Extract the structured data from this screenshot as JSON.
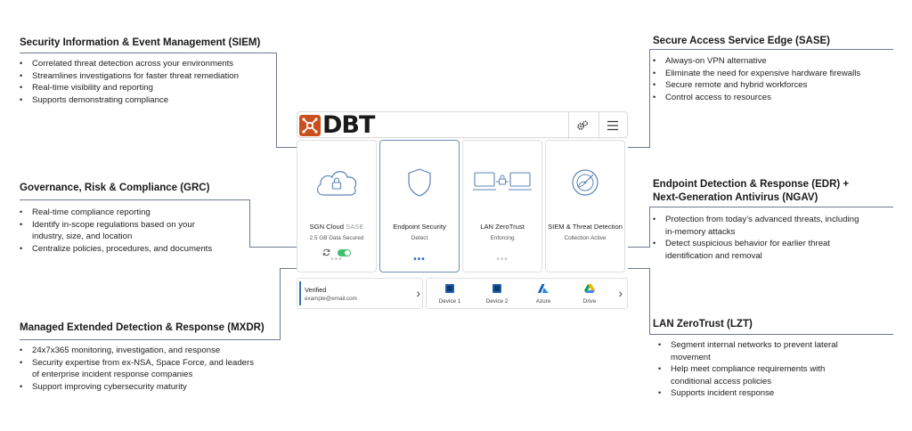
{
  "siem": {
    "title": "Security Information & Event Management (SIEM)",
    "items": [
      "Correlated threat detection across your environments",
      "Streamlines investigations for faster threat remediation",
      "Real-time visibility and reporting",
      "Supports demonstrating compliance"
    ]
  },
  "grc": {
    "title": "Governance, Risk & Compliance (GRC)",
    "items": [
      "Real-time compliance reporting",
      "Identify in-scope regulations based on your industry, size, and location",
      "Centralize policies, procedures, and documents"
    ]
  },
  "mxdr": {
    "title": "Managed Extended Detection & Response (MXDR)",
    "items": [
      "24x7x365 monitoring, investigation, and response",
      "Security expertise from ex-NSA, Space Force, and leaders of enterprise incident response companies",
      "Support improving cybersecurity maturity"
    ]
  },
  "sase": {
    "title": "Secure Access Service Edge (SASE)",
    "items": [
      "Always-on VPN alternative",
      "Eliminate the need for expensive hardware firewalls",
      "Secure remote and hybrid workforces",
      "Control access to resources"
    ]
  },
  "edr": {
    "title": "Endpoint Detection & Response (EDR) + Next-Generation Antivirus (NGAV)",
    "items": [
      "Protection from today’s advanced threats, including in-memory attacks",
      "Detect suspicious behavior for earlier threat identification and removal"
    ]
  },
  "lzt": {
    "title": "LAN ZeroTrust (LZT)",
    "items": [
      "Segment internal networks to prevent lateral movement",
      "Help meet compliance requirements with conditional access policies",
      "Supports incident response"
    ]
  },
  "app": {
    "logo_text": "DBT",
    "cards": [
      {
        "title": "SGN Cloud",
        "title_dim": "SASE",
        "sub": "2.5 GB Data Secured",
        "dots": "•••"
      },
      {
        "title": "Endpoint Security",
        "sub": "Detect",
        "dots": "•••"
      },
      {
        "title": "LAN ZeroTrust",
        "sub": "Enforcing",
        "dots": "•••"
      },
      {
        "title": "SIEM & Threat Detection",
        "sub": "Collection Active"
      }
    ],
    "account": {
      "status": "Verified",
      "email": "example@email.com"
    },
    "devices": [
      "Device 1",
      "Device 2",
      "Azure",
      "Drive"
    ],
    "colors": {
      "accent": "#2f6fd6",
      "brand": "#c9501c",
      "toggle_on": "#3fbf6a"
    }
  }
}
